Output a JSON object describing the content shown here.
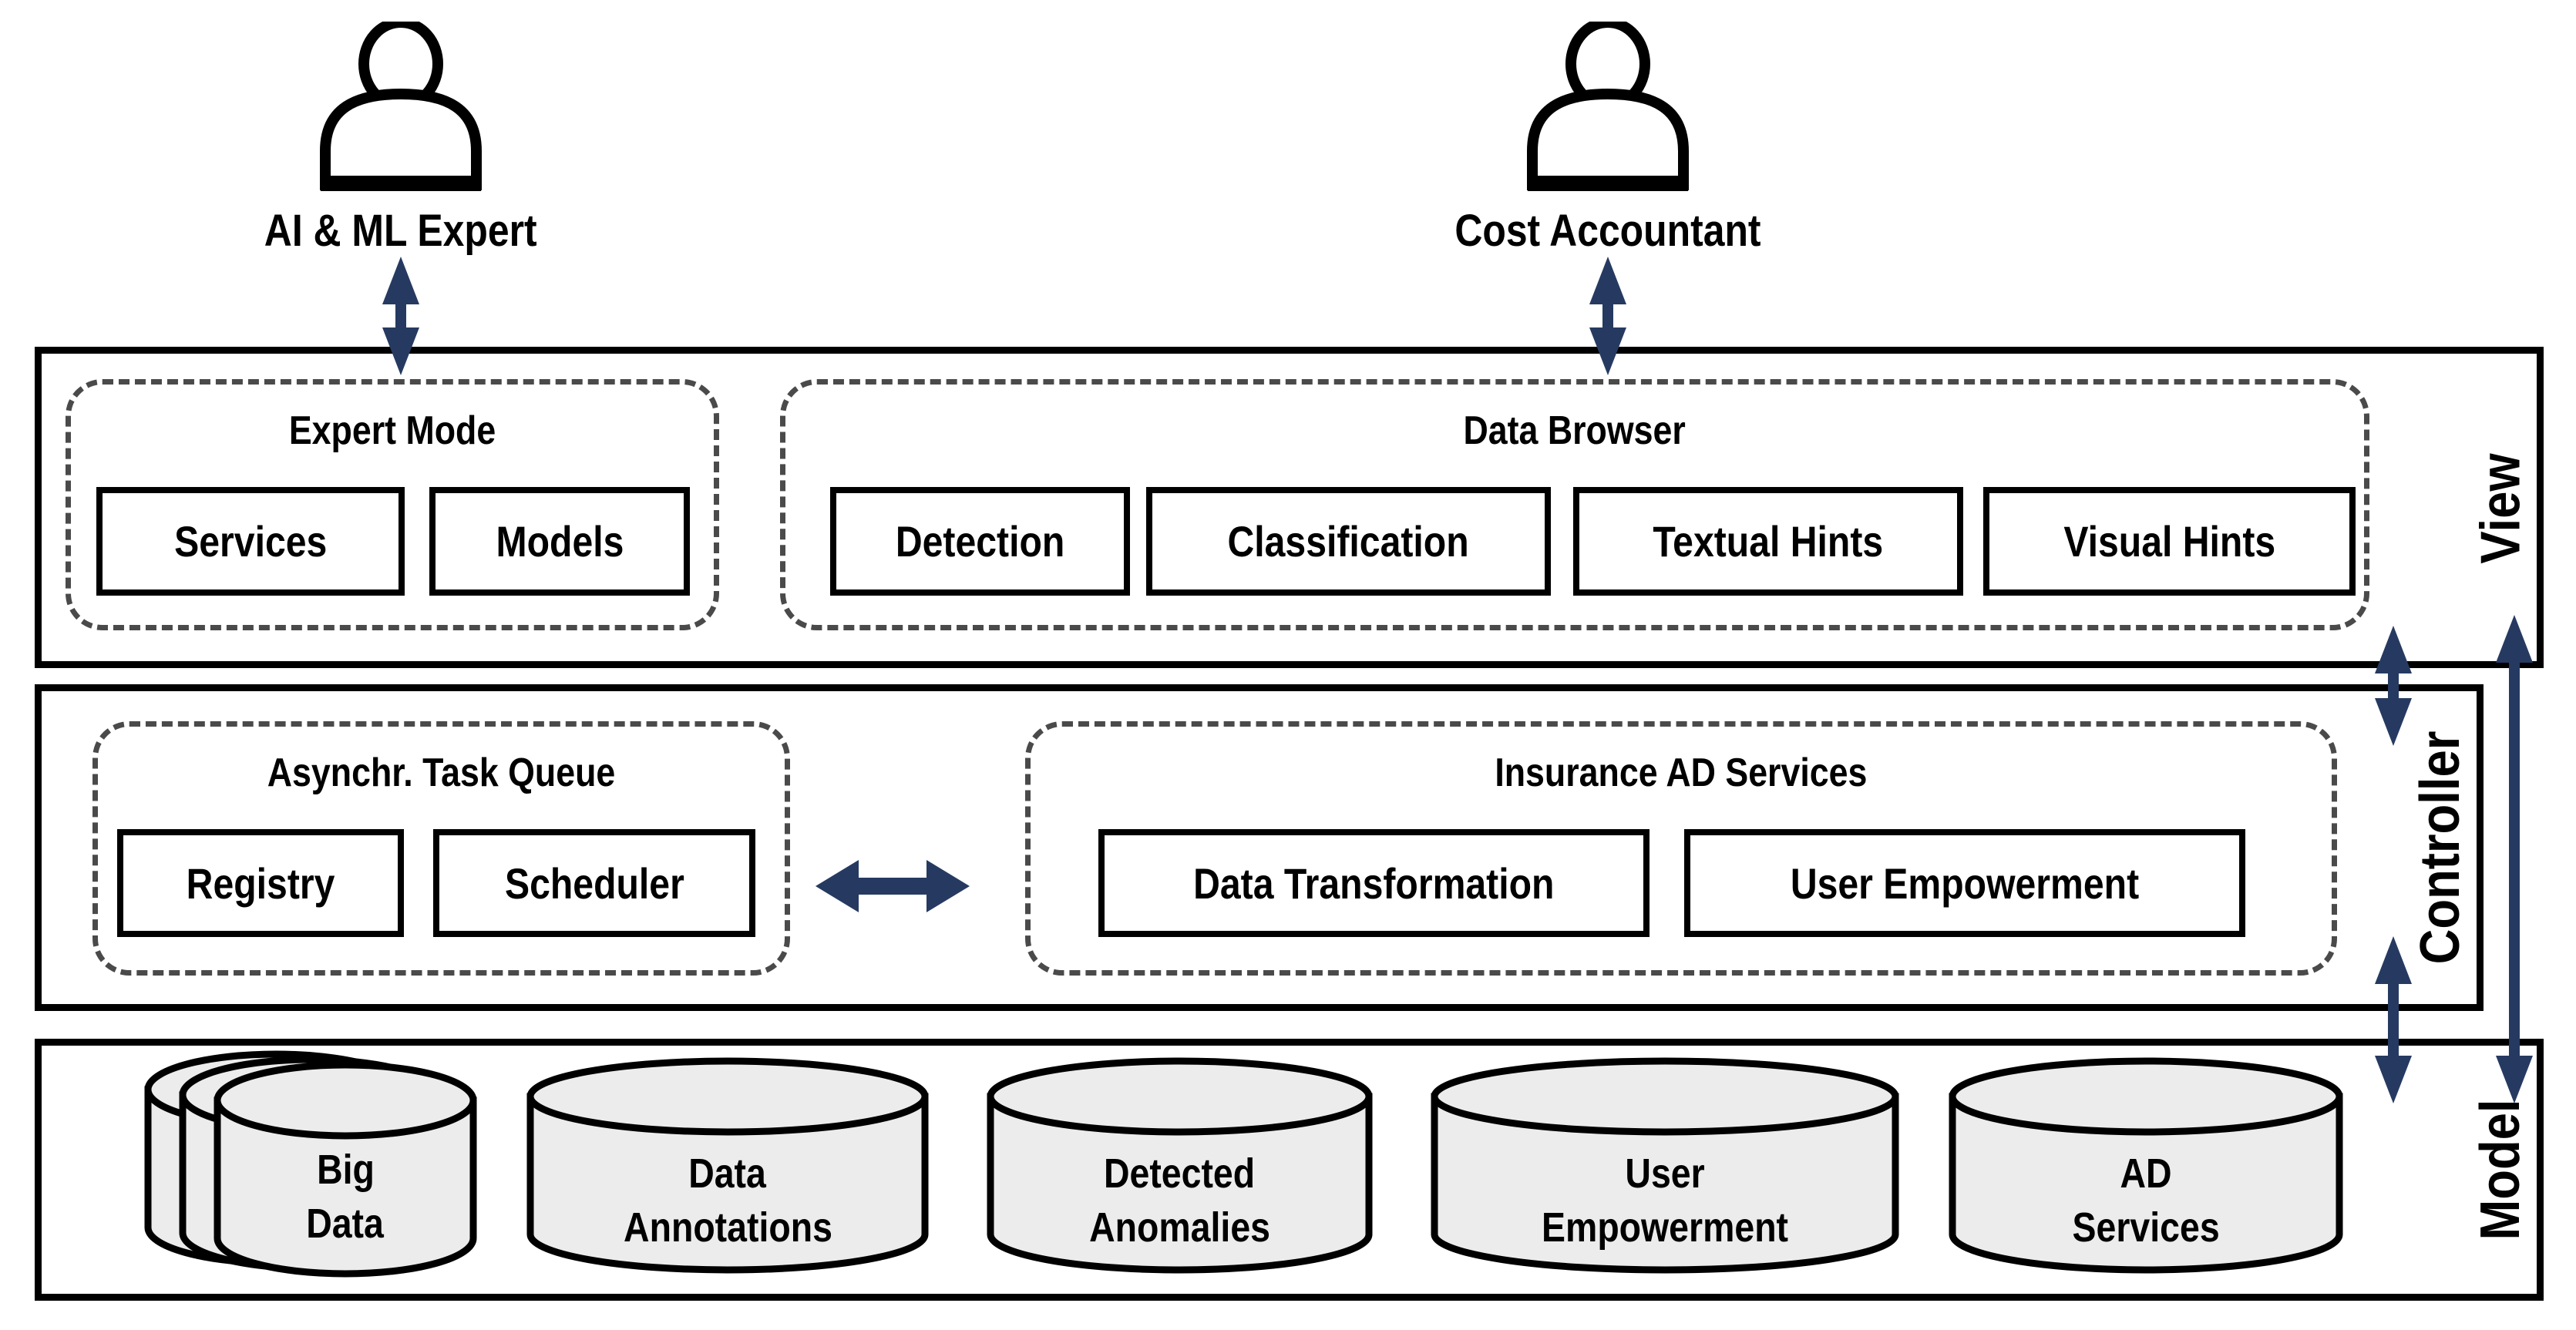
{
  "users": [
    {
      "label": "AI & ML Expert"
    },
    {
      "label": "Cost Accountant"
    }
  ],
  "view": {
    "label": "View",
    "expert_mode": {
      "title": "Expert Mode",
      "items": [
        "Services",
        "Models"
      ]
    },
    "data_browser": {
      "title": "Data Browser",
      "items": [
        "Detection",
        "Classification",
        "Textual Hints",
        "Visual Hints"
      ]
    }
  },
  "controller": {
    "label": "Controller",
    "task_queue": {
      "title": "Asynchr. Task Queue",
      "items": [
        "Registry",
        "Scheduler"
      ]
    },
    "insurance": {
      "title": "Insurance AD Services",
      "items": [
        "Data Transformation",
        "User Empowerment"
      ]
    }
  },
  "model": {
    "label": "Model",
    "databases": [
      {
        "line1": "Big",
        "line2": "Data"
      },
      {
        "line1": "Data",
        "line2": "Annotations"
      },
      {
        "line1": "Detected",
        "line2": "Anomalies"
      },
      {
        "line1": "User",
        "line2": "Empowerment"
      },
      {
        "line1": "AD",
        "line2": "Services"
      }
    ]
  },
  "colors": {
    "arrow": "#263A61",
    "dashed_border": "#4a4a4a",
    "cylinder_fill": "#ececec",
    "outline": "#000000"
  }
}
